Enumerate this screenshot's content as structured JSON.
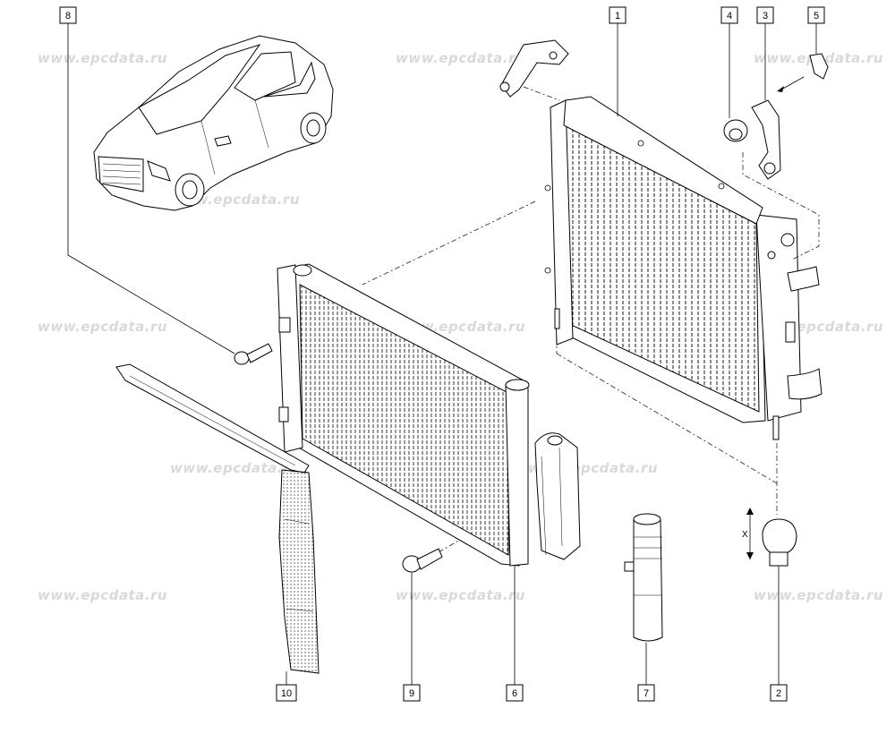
{
  "watermark": "www.epcdata.ru",
  "callouts": [
    {
      "id": "1",
      "label": "1"
    },
    {
      "id": "2",
      "label": "2"
    },
    {
      "id": "3",
      "label": "3"
    },
    {
      "id": "4",
      "label": "4"
    },
    {
      "id": "5",
      "label": "5"
    },
    {
      "id": "6",
      "label": "6"
    },
    {
      "id": "7",
      "label": "7"
    },
    {
      "id": "8",
      "label": "8"
    },
    {
      "id": "9",
      "label": "9"
    },
    {
      "id": "10",
      "label": "10"
    }
  ],
  "dimension_mark": "X",
  "icons": [
    "car-thumbnail",
    "radiator",
    "condenser",
    "bracket",
    "nut",
    "clip",
    "bolt",
    "air-deflector",
    "dryer-bottle",
    "rubber-mount"
  ]
}
